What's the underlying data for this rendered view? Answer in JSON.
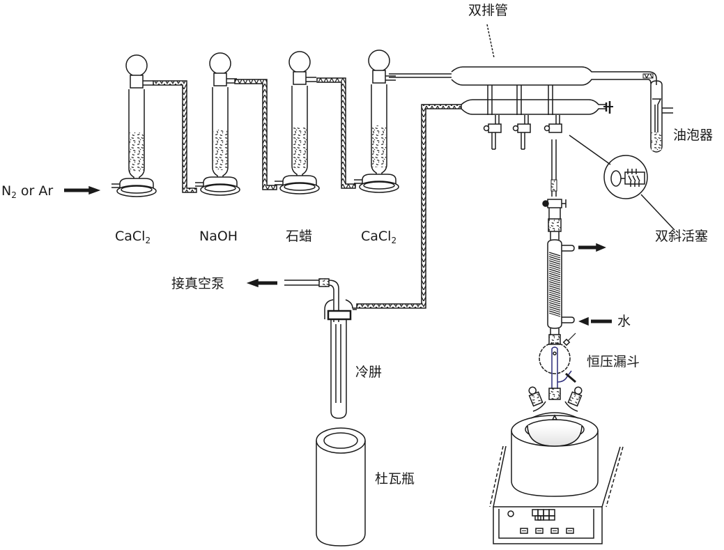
{
  "figure": {
    "title": "Schlenk line inert-atmosphere reaction setup",
    "colors": {
      "ink": "#1a1a1a",
      "background": "#ffffff",
      "tubing_fill": "#ffffff",
      "funnel_accent": "#2b2b7a"
    }
  },
  "labels": {
    "gas_inlet": {
      "main": "N",
      "sub": "2",
      "rest": " or Ar"
    },
    "tower1": {
      "main": "CaCl",
      "sub": "2"
    },
    "tower2": {
      "main": "NaOH"
    },
    "tower3": {
      "main": "石蜡"
    },
    "tower4": {
      "main": "CaCl",
      "sub": "2"
    },
    "manifold": "双排管",
    "bubbler": "油泡器",
    "stopcock": "双斜活塞",
    "vacuum_pump": "接真空泵",
    "water": "水",
    "cold_trap": "冷肼",
    "dewar": "杜瓦瓶",
    "dropping_funnel": "恒压漏斗"
  },
  "components": [
    {
      "id": "gas-inlet-arrow",
      "kind": "arrow",
      "direction": "right"
    },
    {
      "id": "drying-tower-1",
      "kind": "drying-tower",
      "packing": "CaCl2"
    },
    {
      "id": "drying-tower-2",
      "kind": "drying-tower",
      "packing": "NaOH"
    },
    {
      "id": "drying-tower-3",
      "kind": "drying-tower",
      "packing": "石蜡"
    },
    {
      "id": "drying-tower-4",
      "kind": "drying-tower",
      "packing": "CaCl2"
    },
    {
      "id": "double-manifold",
      "kind": "schlenk-manifold",
      "stopcocks": 3
    },
    {
      "id": "oil-bubbler",
      "kind": "bubbler"
    },
    {
      "id": "stopcock-detail",
      "kind": "inset"
    },
    {
      "id": "condenser",
      "kind": "coil-condenser"
    },
    {
      "id": "pressure-equalizing-funnel",
      "kind": "funnel"
    },
    {
      "id": "three-neck-flask",
      "kind": "flask",
      "necks": 3
    },
    {
      "id": "heating-mantle-stirrer",
      "kind": "hotplate",
      "display_cells": 4,
      "buttons": 4
    },
    {
      "id": "cold-trap",
      "kind": "trap"
    },
    {
      "id": "dewar-flask",
      "kind": "dewar"
    },
    {
      "id": "vacuum-arrow",
      "kind": "arrow",
      "direction": "left"
    },
    {
      "id": "water-in-arrow",
      "kind": "arrow",
      "direction": "left"
    },
    {
      "id": "water-out-arrow",
      "kind": "arrow",
      "direction": "right"
    }
  ]
}
